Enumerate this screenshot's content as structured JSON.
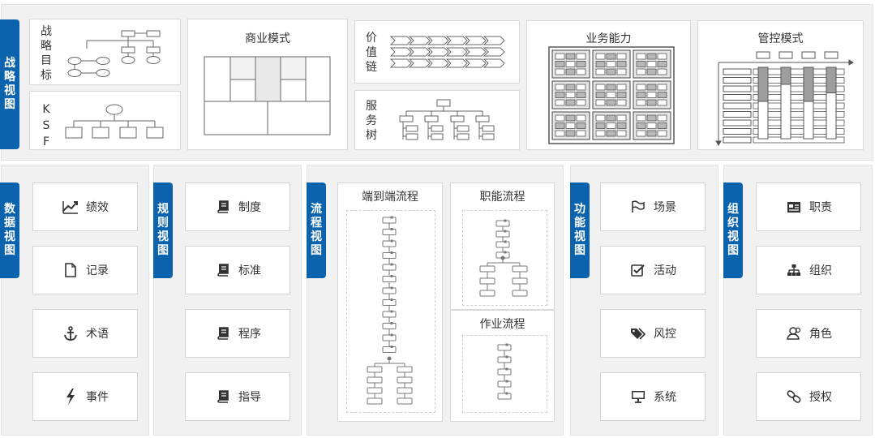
{
  "top": {
    "tag": "战略视图",
    "strategy_goal": "战略目标",
    "ksf": "KSF",
    "business_model": "商业模式",
    "value_chain": "价值链",
    "service_tree": "服务树",
    "business_capability": "业务能力",
    "control_mode": "管控模式"
  },
  "data_view": {
    "tag": "数据视图",
    "items": [
      "绩效",
      "记录",
      "术语",
      "事件"
    ]
  },
  "rule_view": {
    "tag": "规则视图",
    "items": [
      "制度",
      "标准",
      "程序",
      "指导"
    ]
  },
  "process_view": {
    "tag": "流程视图",
    "e2e": "端到端流程",
    "functional": "职能流程",
    "operation": "作业流程"
  },
  "function_view": {
    "tag": "功能视图",
    "items": [
      "场景",
      "活动",
      "风控",
      "系统"
    ]
  },
  "org_view": {
    "tag": "组织视图",
    "items": [
      "职责",
      "组织",
      "角色",
      "授权"
    ]
  },
  "icons": {
    "data": [
      "trend-chart-icon",
      "document-icon",
      "anchor-icon",
      "lightning-icon"
    ],
    "rule": [
      "book-icon",
      "book-icon",
      "book-icon",
      "book-icon"
    ],
    "function": [
      "flag-icon",
      "checkbox-icon",
      "tags-icon",
      "monitor-icon"
    ],
    "org": [
      "id-card-icon",
      "sitemap-icon",
      "users-icon",
      "link-icon"
    ]
  },
  "colors": {
    "accent": "#0b63ad",
    "band": "#f1f1f1",
    "line": "#7a7a7a"
  }
}
